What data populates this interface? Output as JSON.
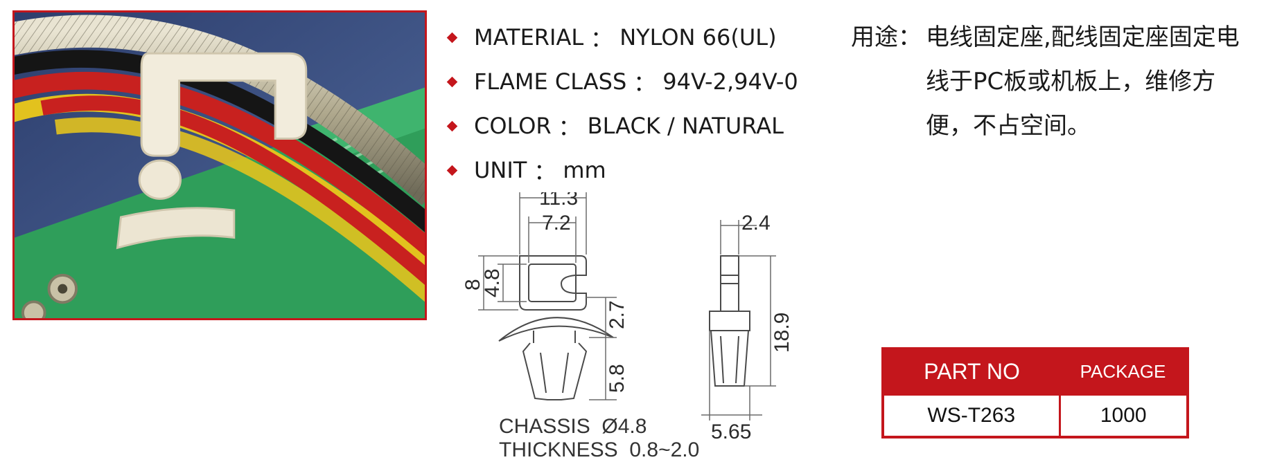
{
  "specs": [
    {
      "label": "MATERIAL",
      "separator": "：",
      "value": "NYLON 66(UL)"
    },
    {
      "label": "FLAME CLASS",
      "separator": "：",
      "value": "94V-2,94V-0"
    },
    {
      "label": "COLOR",
      "separator": "：",
      "value": "BLACK / NATURAL"
    },
    {
      "label": "UNIT",
      "separator": "：",
      "value": "mm"
    }
  ],
  "usage": {
    "label": "用途：",
    "lines": [
      "电线固定座,配线固定座固定电",
      "线于PC板或机板上，维修方",
      "便，不占空间。"
    ]
  },
  "drawing": {
    "dims": {
      "width_outer": "11.3",
      "width_inner": "7.2",
      "height_total": "8",
      "height_inner": "4.8",
      "gap": "2.7",
      "leg": "5.8",
      "side_top": "2.4",
      "side_height": "18.9",
      "side_base": "5.65"
    },
    "notes": [
      "CHASSIS  Ø4.8",
      "THICKNESS  0.8~2.0"
    ]
  },
  "table": {
    "headers": [
      "PART NO",
      "PACKAGE"
    ],
    "rows": [
      [
        "WS-T263",
        "1000"
      ]
    ]
  },
  "colors": {
    "accent": "#c4161c"
  }
}
